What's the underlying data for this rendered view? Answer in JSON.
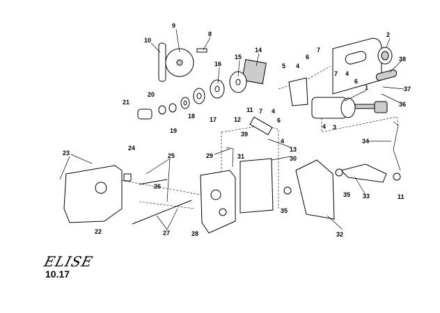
{
  "diagram": {
    "logo": "ELISE",
    "page_number": "10.17",
    "labels": [
      "9",
      "8",
      "10",
      "14",
      "15",
      "16",
      "2",
      "38",
      "7",
      "6",
      "4",
      "5",
      "7",
      "4",
      "6",
      "1",
      "37",
      "36",
      "21",
      "20",
      "19",
      "18",
      "17",
      "7",
      "4",
      "11",
      "12",
      "6",
      "39",
      "4",
      "13",
      "3",
      "4",
      "34",
      "29",
      "31",
      "30",
      "24",
      "23",
      "25",
      "26",
      "22",
      "27",
      "28",
      "35",
      "35",
      "33",
      "11",
      "32"
    ]
  }
}
